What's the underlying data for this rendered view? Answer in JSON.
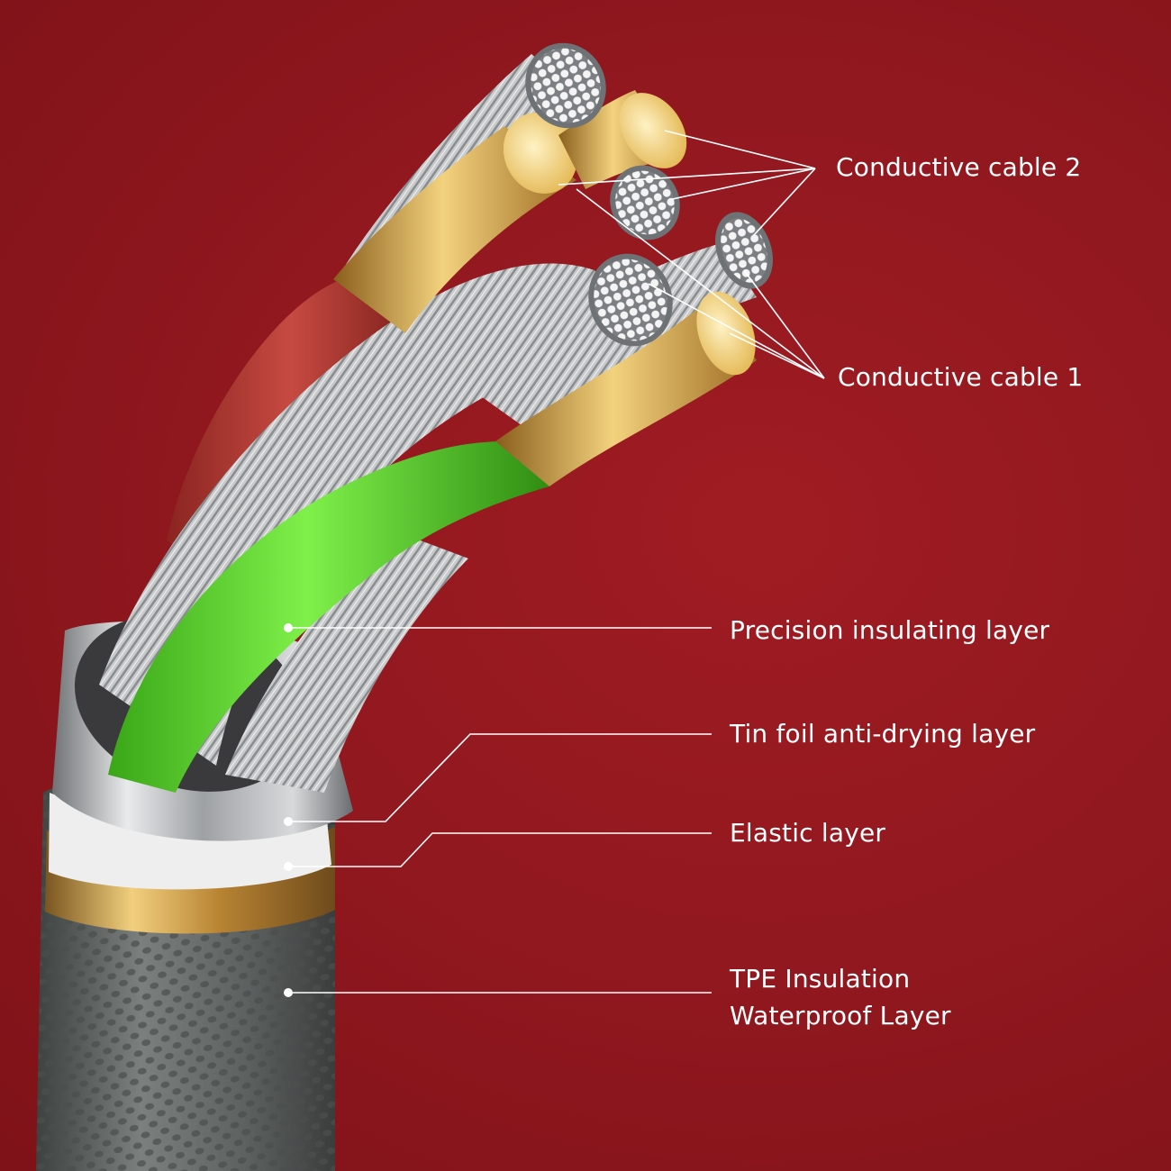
{
  "labels": {
    "conductive_cable_2": "Conductive cable 2",
    "conductive_cable_1": "Conductive cable 1",
    "precision_insulating_layer": "Precision insulating layer",
    "tin_foil_layer": "Tin foil anti-drying layer",
    "elastic_layer": "Elastic layer",
    "tpe_line_1": "TPE Insulation",
    "tpe_line_2": "Waterproof Layer"
  },
  "colors": {
    "background": "#8e161d",
    "label_text": "#ffffff",
    "leader_line": "#ffffff",
    "green_insulation": "#5fd62a",
    "red_insulation": "#b0362f",
    "gold_conductor": "#e1b244",
    "tpe_jacket": "#6a6e6d",
    "silver_strands": "#c8c9cb"
  }
}
